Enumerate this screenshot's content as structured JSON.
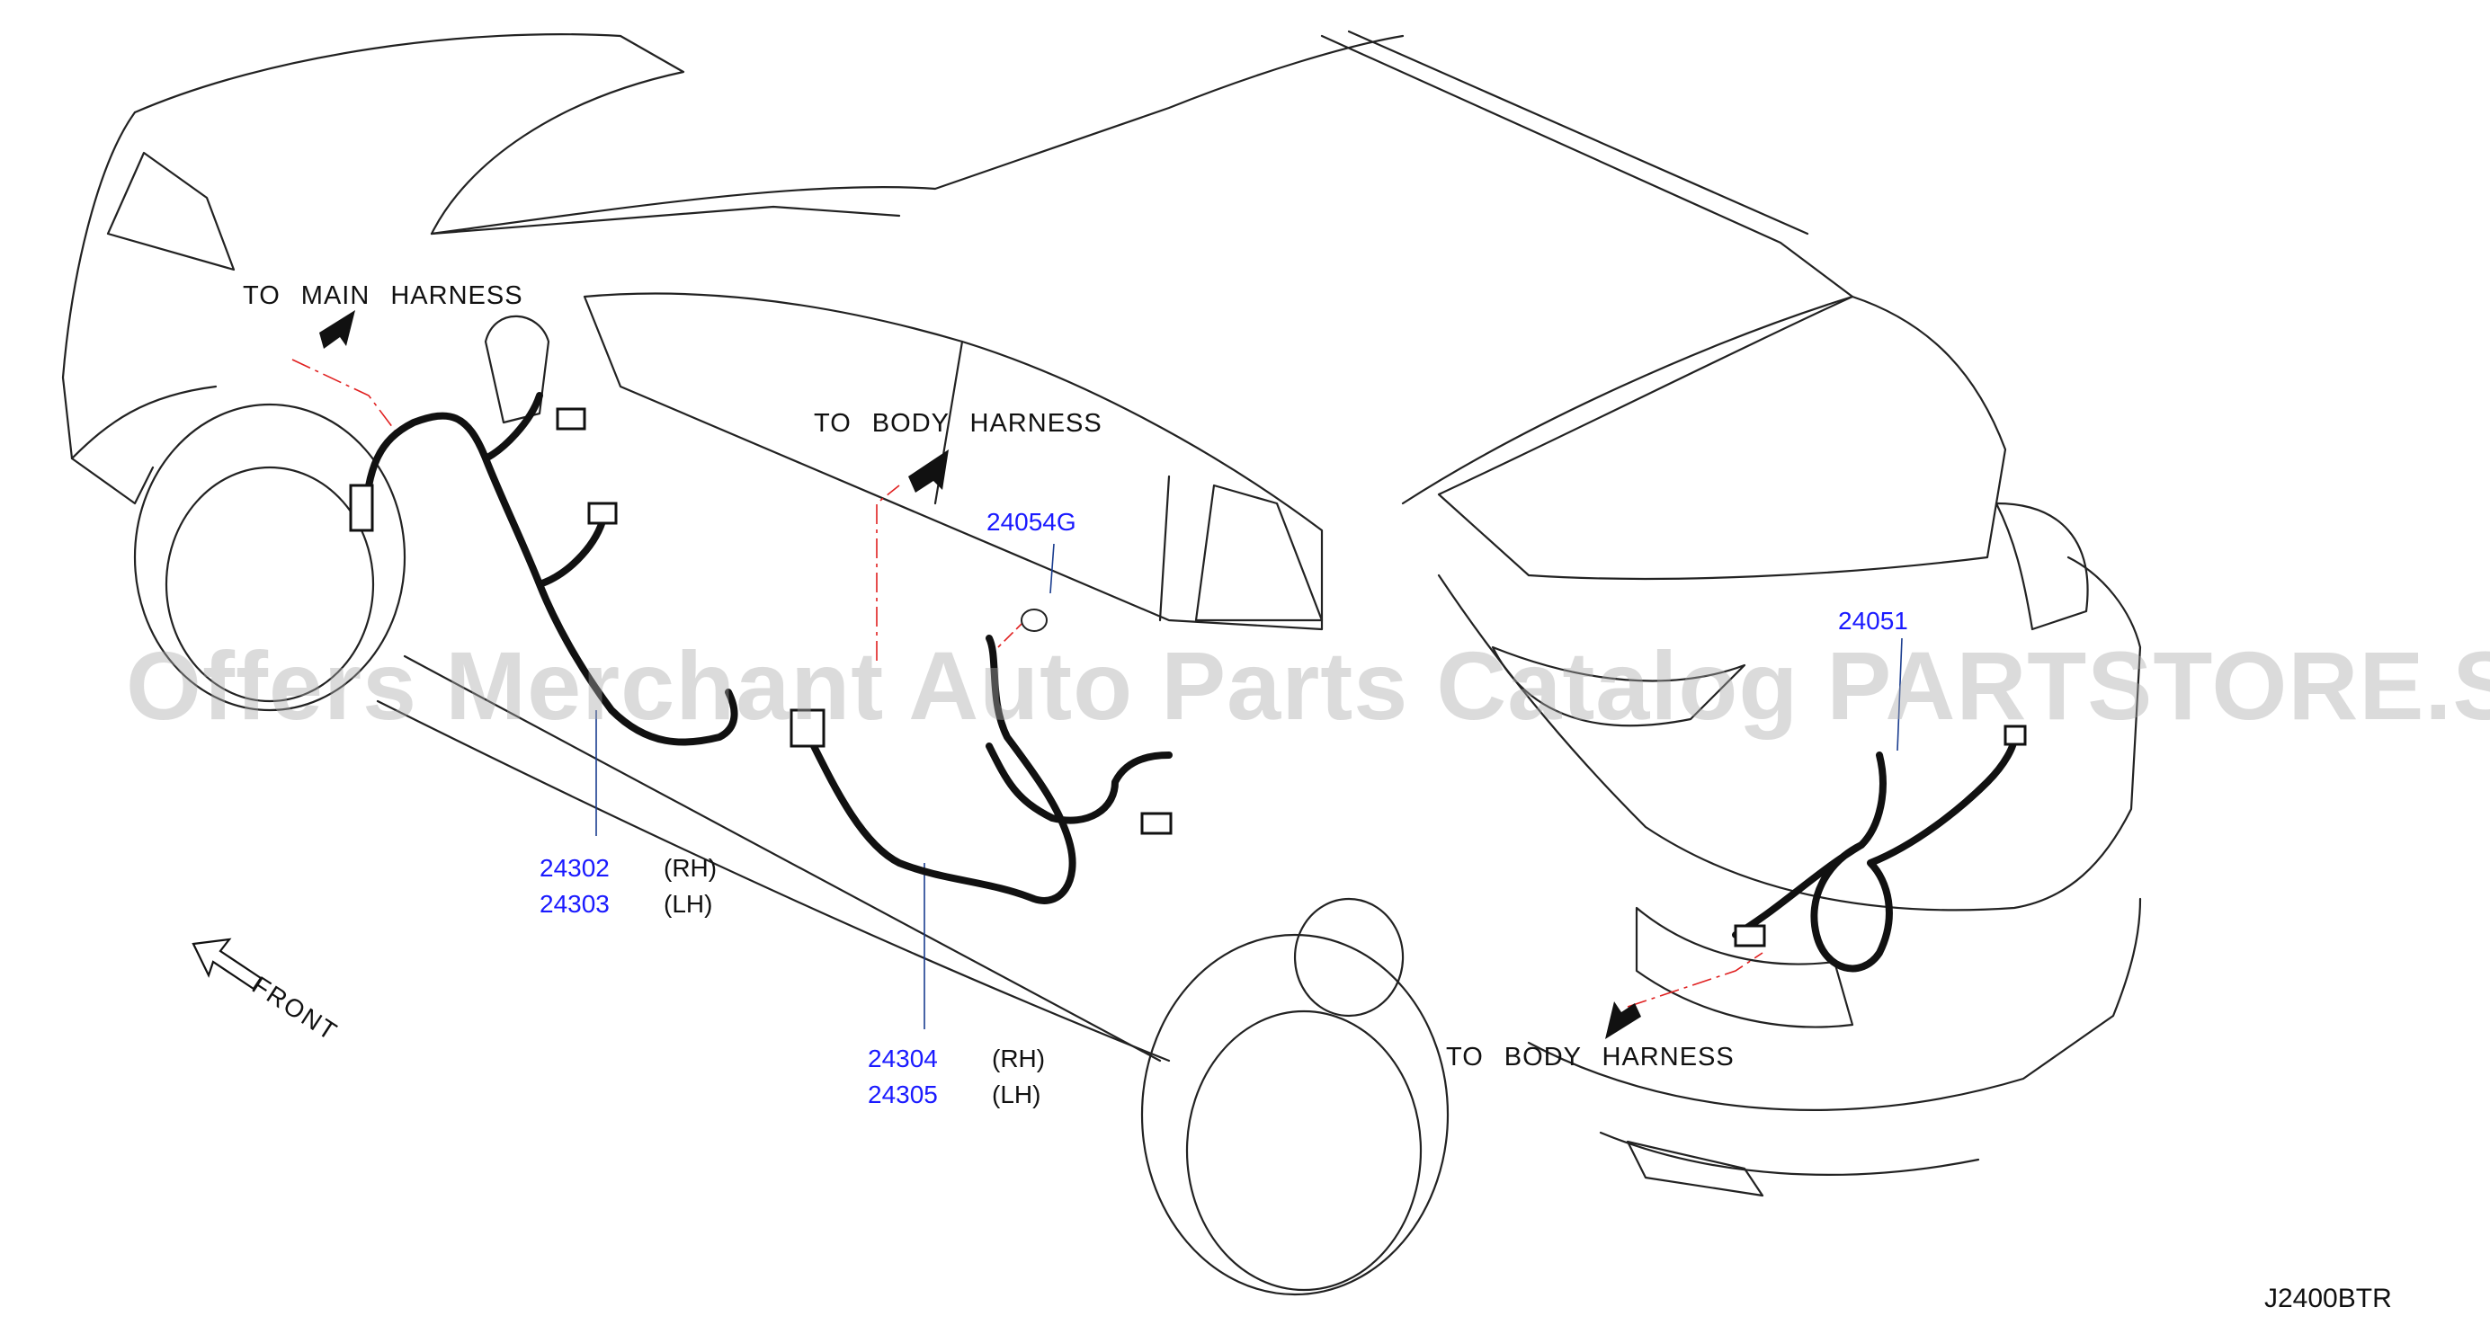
{
  "labels": {
    "to_main_harness": "TO MAIN HARNESS",
    "to_body_harness_top": "TO BODY HARNESS",
    "to_body_harness_rear": "TO BODY HARNESS",
    "front": "FRONT",
    "diagram_code": "J2400BTR"
  },
  "parts": {
    "p24054g": "24054G",
    "p24051": "24051",
    "p24302": "24302",
    "p24303": "24303",
    "p24304": "24304",
    "p24305": "24305",
    "rh_a": "(RH)",
    "lh_a": "(LH)",
    "rh_b": "(RH)",
    "lh_b": "(LH)"
  },
  "watermark": "Offers Merchant Auto Parts Catalog PARTSTORE.SA",
  "colors": {
    "line": "#222222",
    "harness": "#111111",
    "part_number": "#1a1aff",
    "leader_red": "#e02020"
  }
}
